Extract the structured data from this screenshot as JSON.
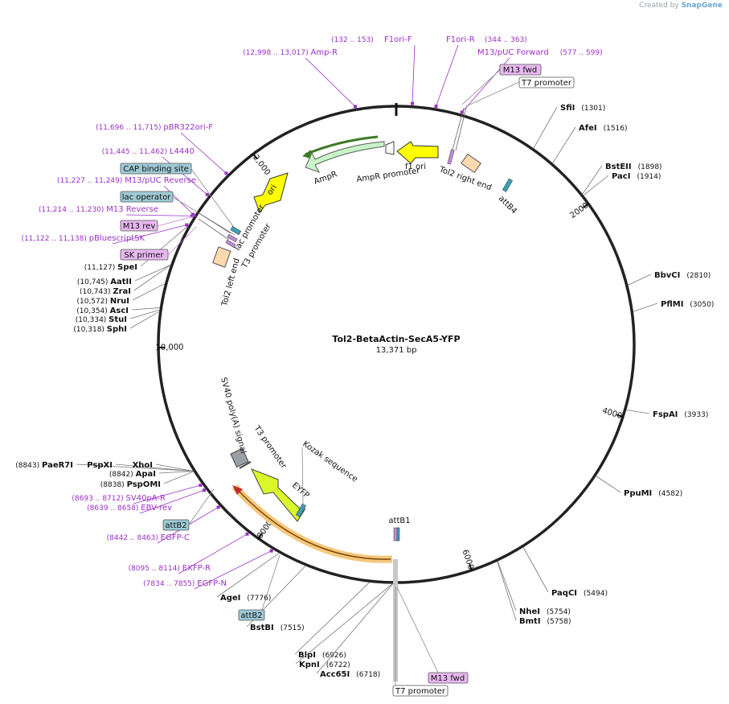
{
  "watermark": {
    "created_by": "Created by",
    "brand": "SnapGene"
  },
  "plasmid": {
    "name": "Tol2-BetaActin-SecA5-YFP",
    "size_label": "13,371 bp",
    "length": 13371
  },
  "ticks": [
    {
      "label": "2000",
      "pos": 2000
    },
    {
      "label": "4000",
      "pos": 4000
    },
    {
      "label": "6000",
      "pos": 6000
    },
    {
      "label": "8000",
      "pos": 8000
    },
    {
      "label": "10,000",
      "pos": 10000
    },
    {
      "label": "12,000",
      "pos": 12000
    }
  ],
  "enzymes": [
    {
      "name": "SfiI",
      "coord": "(1301)",
      "pos": 1301
    },
    {
      "name": "AfeI",
      "coord": "(1516)",
      "pos": 1516
    },
    {
      "name": "BstEII",
      "coord": "(1898)",
      "pos": 1898
    },
    {
      "name": "PacI",
      "coord": "(1914)",
      "pos": 1914
    },
    {
      "name": "BbvCI",
      "coord": "(2810)",
      "pos": 2810
    },
    {
      "name": "PflMI",
      "coord": "(3050)",
      "pos": 3050
    },
    {
      "name": "FspAI",
      "coord": "(3933)",
      "pos": 3933
    },
    {
      "name": "PpuMI",
      "coord": "(4582)",
      "pos": 4582
    },
    {
      "name": "PaqCI",
      "coord": "(5494)",
      "pos": 5494
    },
    {
      "name": "NheI",
      "coord": "(5754)",
      "pos": 5754
    },
    {
      "name": "BmtI",
      "coord": "(5758)",
      "pos": 5758
    },
    {
      "name": "BlpI",
      "coord": "(6926)",
      "pos": 6926
    },
    {
      "name": "KpnI",
      "coord": "(6722)",
      "pos": 6722
    },
    {
      "name": "Acc65I",
      "coord": "(6718)",
      "pos": 6718
    },
    {
      "name": "BstBI",
      "coord": "(7515)",
      "pos": 7515
    },
    {
      "name": "AgeI",
      "coord": "(7776)",
      "pos": 7776
    },
    {
      "name": "PspOMI",
      "coord": "(8838)",
      "pos": 8838
    },
    {
      "name": "ApaI",
      "coord": "(8842)",
      "pos": 8842
    },
    {
      "name": "PaeR7I",
      "coord": "(8843)",
      "pos": 8843
    },
    {
      "name": "PspXI",
      "coord": "",
      "pos": 8843
    },
    {
      "name": "XhoI",
      "coord": "",
      "pos": 8843
    },
    {
      "name": "SphI",
      "coord": "(10,318)",
      "pos": 10318
    },
    {
      "name": "StuI",
      "coord": "(10,334)",
      "pos": 10334
    },
    {
      "name": "AscI",
      "coord": "(10,354)",
      "pos": 10354
    },
    {
      "name": "NruI",
      "coord": "(10,572)",
      "pos": 10572
    },
    {
      "name": "ZraI",
      "coord": "(10,743)",
      "pos": 10743
    },
    {
      "name": "AatII",
      "coord": "(10,745)",
      "pos": 10745
    },
    {
      "name": "SpeI",
      "coord": "(11,127)",
      "pos": 11127
    }
  ],
  "primers": [
    {
      "name": "F1ori-F",
      "coord": "(132 .. 153)",
      "pos": 142
    },
    {
      "name": "F1ori-R",
      "coord": "(344 .. 363)",
      "pos": 353
    },
    {
      "name": "M13/pUC Forward",
      "coord": "(577 .. 599)",
      "pos": 588
    },
    {
      "name": "Amp-R",
      "coord": "(12,998 .. 13,017)",
      "pos": 13007
    },
    {
      "name": "pBR322ori-F",
      "coord": "(11,696 .. 11,715)",
      "pos": 11705
    },
    {
      "name": "L4440",
      "coord": "(11,445 .. 11,462)",
      "pos": 11453
    },
    {
      "name": "M13/pUC Reverse",
      "coord": "(11,227 .. 11,249)",
      "pos": 11238
    },
    {
      "name": "M13 Reverse",
      "coord": "(11,214 .. 11,230)",
      "pos": 11222
    },
    {
      "name": "pBluescriptSK",
      "coord": "(11,122 .. 11,138)",
      "pos": 11130
    },
    {
      "name": "SV40pA-R",
      "coord": "(8693 .. 8712)",
      "pos": 8702
    },
    {
      "name": "EBV-rev",
      "coord": "(8639 .. 8658)",
      "pos": 8648
    },
    {
      "name": "EGFP-C",
      "coord": "(8442 .. 8463)",
      "pos": 8452
    },
    {
      "name": "EXFP-R",
      "coord": "(8095 .. 8114)",
      "pos": 8104
    },
    {
      "name": "EGFP-N",
      "coord": "(7834 .. 7855)",
      "pos": 7844
    }
  ],
  "boxed_labels": {
    "m13_fwd_top": "M13 fwd",
    "t7_promoter_top": "T7 promoter",
    "cap_binding_site": "CAP binding site",
    "lac_operator": "lac operator",
    "m13_rev": "M13 rev",
    "sk_primer": "SK primer",
    "attb2_left": "attB2",
    "attb2_bottom": "attB2",
    "m13_fwd_bottom": "M13 fwd",
    "t7_promoter_bottom": "T7 promoter"
  },
  "features": {
    "f1_ori": "f1 ori",
    "ampr_promoter": "AmpR promoter",
    "ampr": "AmpR",
    "ori": "ori",
    "tol2_right_end": "Tol2 right end",
    "attb4": "attB4",
    "lac_promoter": "lac promoter",
    "t3_promoter_top": "T3 promoter",
    "tol2_left_end": "Tol2 left end",
    "sv40_polya": "SV40 poly(A) signal",
    "t3_promoter_bottom": "T3 promoter",
    "kozak": "Kozak sequence",
    "eyfp": "EYFP",
    "attb1": "attB1"
  },
  "colors": {
    "backbone": "#222222",
    "primer": "#9b30c8",
    "ampr_fill": "#c8f5c8",
    "ori_fill": "#ffff00",
    "eyfp_fill": "#d9f72a",
    "orange_arc": "#f6c77a",
    "misc_box": "#9ecad6",
    "primer_box": "#e8b8f0"
  }
}
